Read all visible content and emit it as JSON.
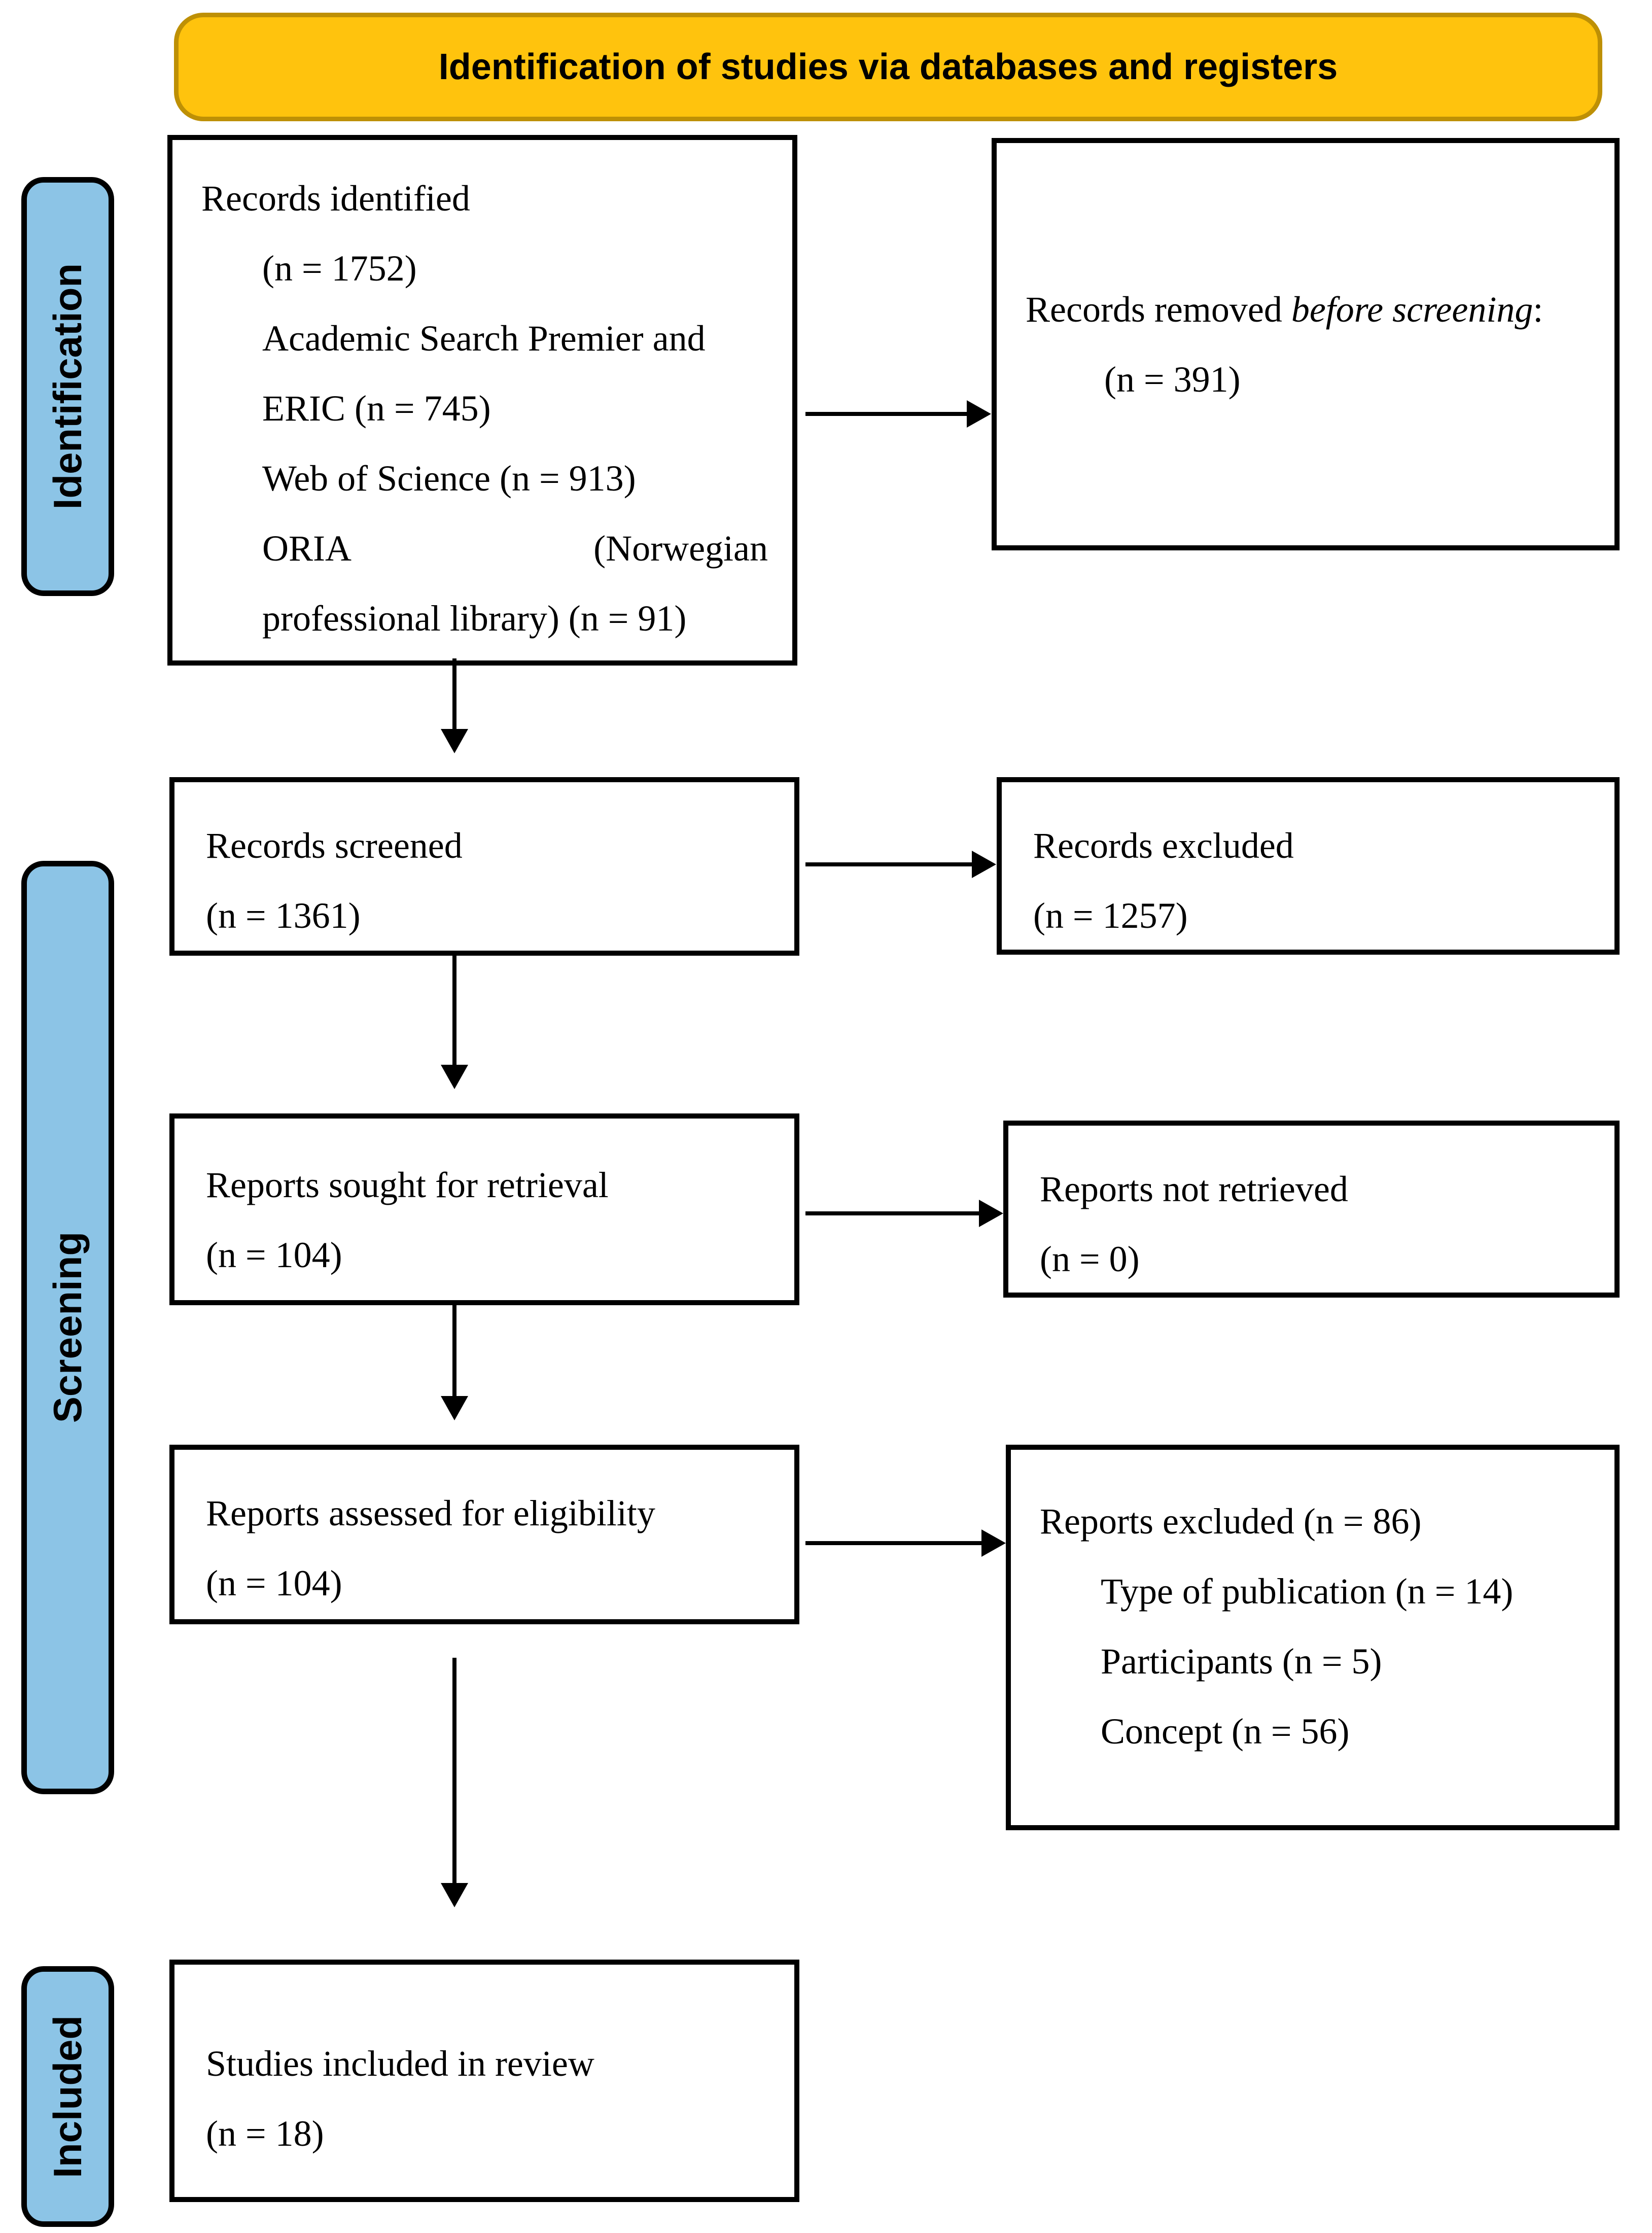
{
  "banner": {
    "title": "Identification of studies via databases and registers"
  },
  "sidebar": {
    "identification": "Identification",
    "screening": "Screening",
    "included": "Included"
  },
  "boxes": {
    "records_identified": {
      "l1": "Records identified",
      "l2": "(n = 1752)",
      "l3": "Academic Search Premier and",
      "l4": "ERIC (n = 745)",
      "l5": "Web of Science (n = 913)",
      "l6a": "ORIA",
      "l6b": "(Norwegian",
      "l7": "professional library) (n = 91)"
    },
    "records_removed": {
      "l1_pre": "Records removed ",
      "l1_italic": "before screening",
      "l1_post": ":",
      "l2": "(n = 391)"
    },
    "records_screened": {
      "l1": "Records screened",
      "l2": "(n = 1361)"
    },
    "records_excluded": {
      "l1": "Records excluded",
      "l2": "(n = 1257)"
    },
    "reports_sought": {
      "l1": "Reports sought for retrieval",
      "l2": "(n = 104)"
    },
    "reports_not_retrieved": {
      "l1": "Reports not retrieved",
      "l2": "(n = 0)"
    },
    "reports_assessed": {
      "l1": "Reports assessed for eligibility",
      "l2": "(n = 104)"
    },
    "reports_excluded": {
      "l1": "Reports excluded (n = 86)",
      "l2": "Type of publication (n = 14)",
      "l3": "Participants (n = 5)",
      "l4": "Concept (n = 56)"
    },
    "studies_included": {
      "l1": "Studies included in review",
      "l2": "(n = 18)"
    }
  },
  "colors": {
    "banner_fill": "#FFC30D",
    "banner_border": "#BE9005",
    "sidebar_fill": "#8CC4E6",
    "box_border": "#000000",
    "arrow": "#000000"
  }
}
